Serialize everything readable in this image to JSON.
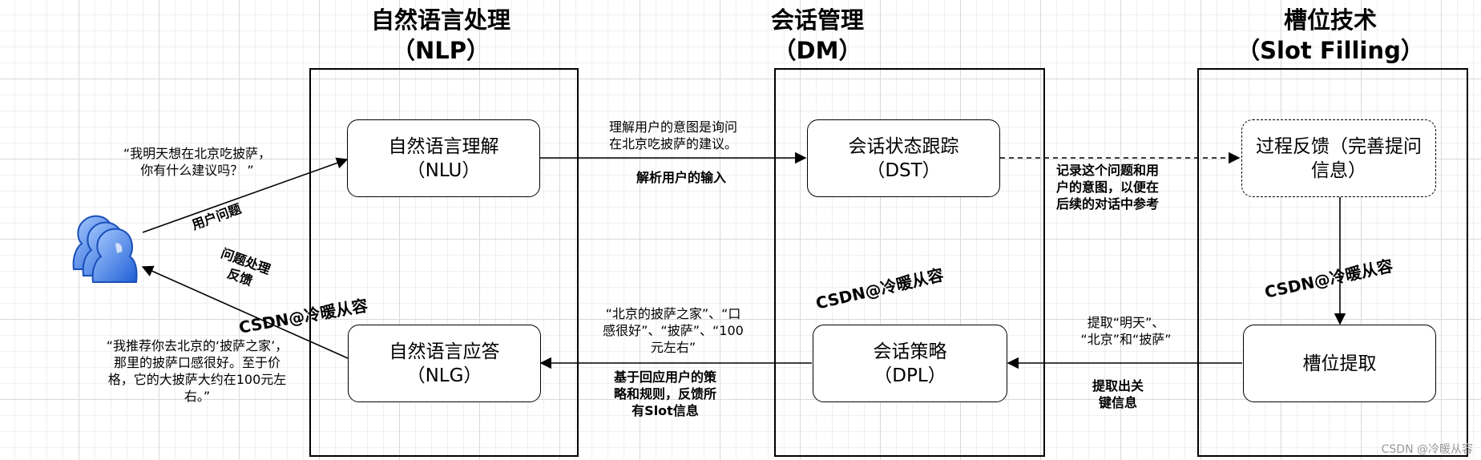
{
  "columns": {
    "nlp": {
      "line1": "自然语言处理",
      "line2": "（NLP）"
    },
    "dm": {
      "line1": "会话管理",
      "line2": "（DM）"
    },
    "slot": {
      "line1": "槽位技术",
      "line2": "（Slot Filling）"
    }
  },
  "nodes": {
    "nlu": {
      "line1": "自然语言理解",
      "line2": "（NLU）"
    },
    "nlg": {
      "line1": "自然语言应答",
      "line2": "（NLG）"
    },
    "dst": {
      "line1": "会话状态跟踪",
      "line2": "（DST）"
    },
    "dpl": {
      "line1": "会话策略",
      "line2": "（DPL）"
    },
    "feedback": {
      "line1": "过程反馈（完善提问",
      "line2": "信息）"
    },
    "slot_extract": {
      "label": "槽位提取"
    }
  },
  "user": {
    "icon": "users-icon",
    "question_quote": {
      "line1": "“我明天想在北京吃披萨，",
      "line2": "你有什么建议吗？ ”"
    },
    "question_label": "用户问题",
    "feedback_label": {
      "line1": "问题处理",
      "line2": "反馈"
    },
    "answer_quote": {
      "line1": "“我推荐你去北京的‘披萨之家’，",
      "line2": "那里的披萨口感很好。至于价",
      "line3": "格，它的大披萨大约在100元左",
      "line4": "右。”"
    }
  },
  "edges": {
    "nlu_dst_top": {
      "line1": "理解用户的意图是询问",
      "line2": "在北京吃披萨的建议。"
    },
    "nlu_dst_bottom": "解析用户的输入",
    "dst_feedback": {
      "line1": "记录这个问题和用",
      "line2": "户的意图，以便在",
      "line3": "后续的对话中参考"
    },
    "slot_dpl_top": {
      "line1": "提取“明天”、",
      "line2": "“北京”和“披萨”"
    },
    "slot_dpl_bottom": {
      "line1": "提取出关",
      "line2": "键信息"
    },
    "dpl_nlg_top": {
      "line1": "“北京的披萨之家”、“口",
      "line2": "感很好”、“披萨”、“100",
      "line3": "元左右”"
    },
    "dpl_nlg_bottom": {
      "line1": "基于回应用户的策",
      "line2": "略和规则，反馈所",
      "line3": "有Slot信息"
    }
  },
  "watermarks": {
    "left": "CSDN@冷暖从容",
    "middle": "CSDN@冷暖从容",
    "right": "CSDN@冷暖从容",
    "corner": "CSDN @冷暖从容"
  },
  "colors": {
    "icon_blue": "#1f6fe0",
    "icon_light": "#7db4ff",
    "line": "#000000"
  }
}
